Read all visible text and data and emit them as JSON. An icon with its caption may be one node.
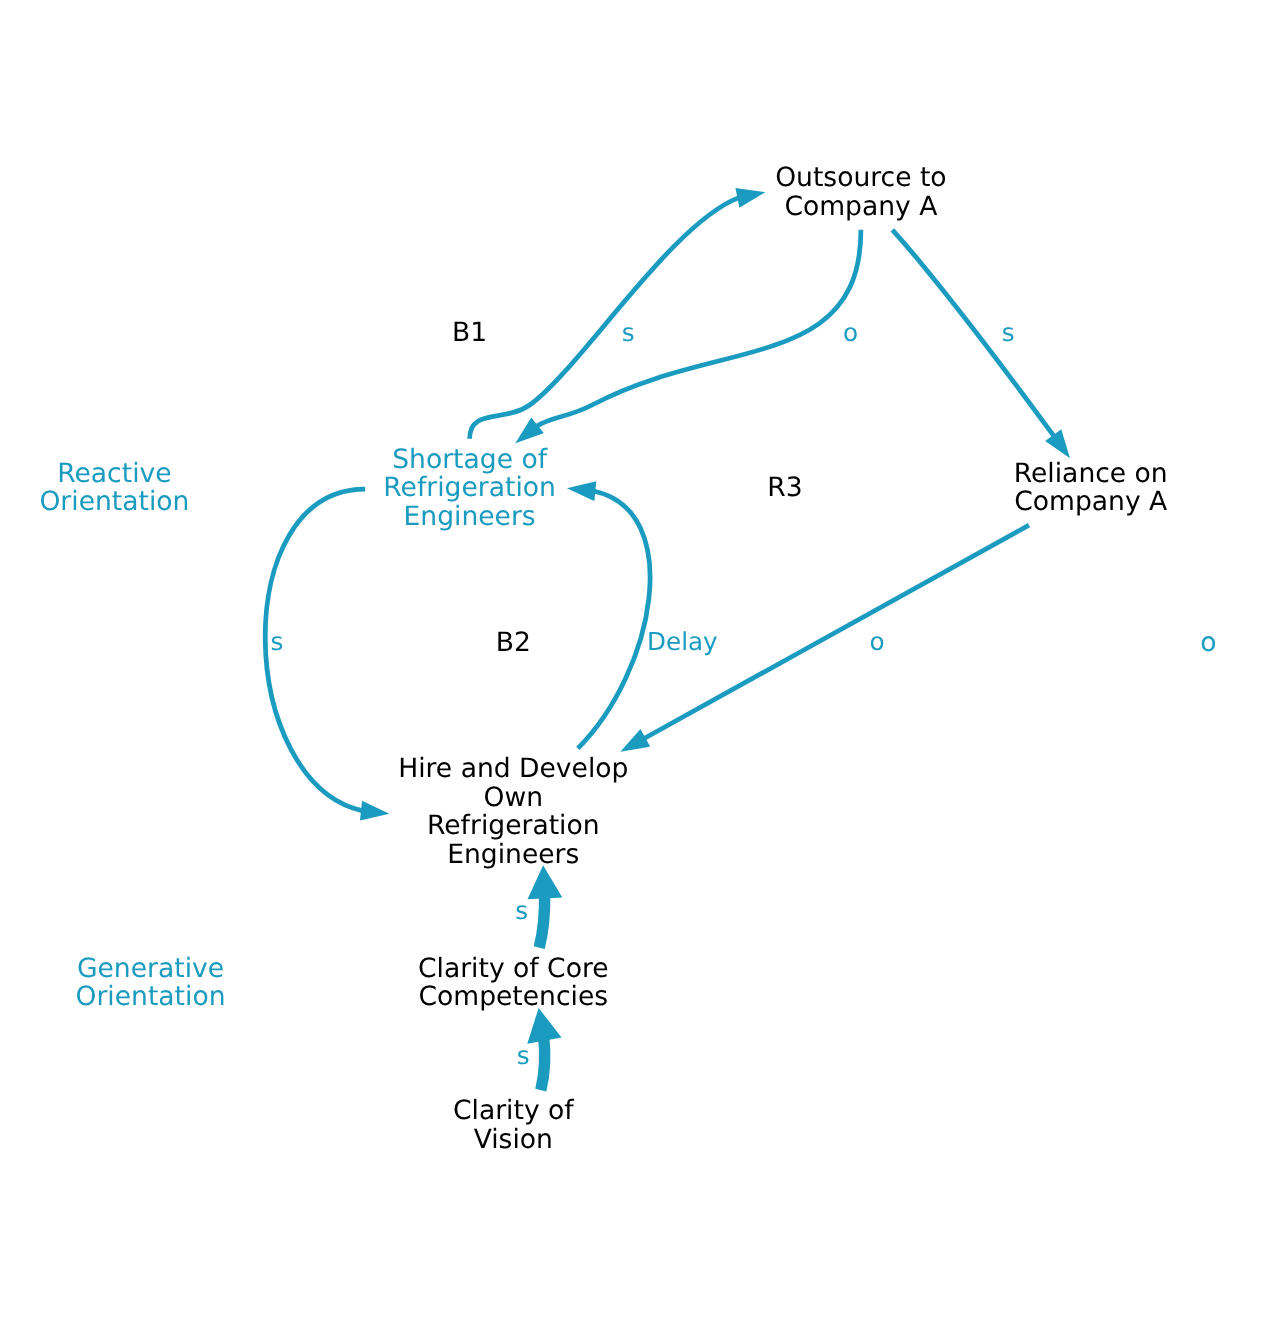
{
  "diagram": {
    "nodes": [
      {
        "text": [
          "Outsource to Company A"
        ]
      },
      {
        "text": [
          "Shortage of Refrigeration Engineers"
        ]
      },
      {
        "text": [
          "Reliance on Company A"
        ]
      },
      {
        "text": [
          "Hire and Develop Own Refrigeration Engineers"
        ]
      },
      {
        "text": [
          "Clarity of Core Competencies"
        ]
      },
      {
        "text": [
          "Clarity of Vision"
        ]
      }
    ],
    "edges": [
      {
        "from": 1,
        "to": 0,
        "arrow": "to",
        "label": "s"
      },
      {
        "from": 0,
        "to": 1,
        "arrow": "to",
        "label": "o"
      },
      {
        "from": 0,
        "to": 2,
        "arrow": "to",
        "label": "s"
      },
      {
        "from": 1,
        "to": 3,
        "arrow": "to",
        "label": "s"
      },
      {
        "from": 3,
        "to": 1,
        "arrow": "to",
        "label": "Delay"
      },
      {
        "from": 2,
        "to": 3,
        "arrow": "to",
        "label": "o"
      },
      {
        "from": 4,
        "to": 3,
        "arrow": "to",
        "label": "s",
        "style": "thick"
      },
      {
        "from": 5,
        "to": 4,
        "arrow": "to",
        "label": "s",
        "style": "thick"
      }
    ],
    "labels": [
      "B1",
      "B2",
      "R3",
      "o",
      "Reactive Orientation",
      "Generative Orientation"
    ]
  }
}
